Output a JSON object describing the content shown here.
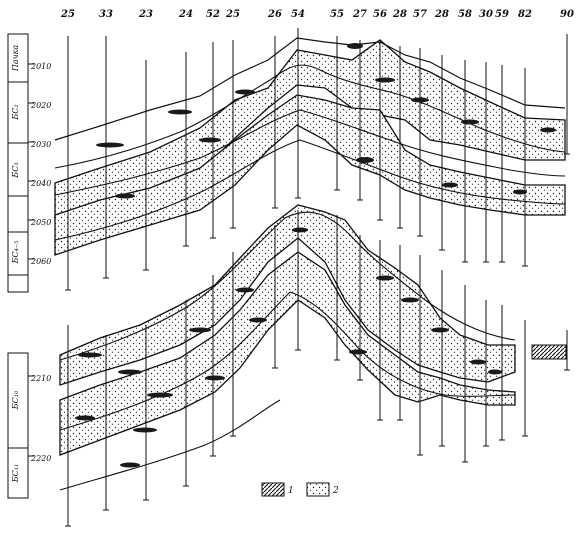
{
  "wells": [
    "25",
    "33",
    "23",
    "24",
    "52",
    "25",
    "26",
    "54",
    "55",
    "27",
    "56",
    "28",
    "57",
    "28",
    "58",
    "30",
    "59",
    "82",
    "90"
  ],
  "depths_upper": [
    "2010",
    "2020",
    "2030",
    "2040",
    "2050",
    "2060"
  ],
  "depths_lower": [
    "2210",
    "2220"
  ],
  "columns_upper": [
    "Пачка",
    "БС₂",
    "БС₃",
    "БС₄₋₅"
  ],
  "columns_lower": [
    "БС₁₀",
    "БС₁₁"
  ],
  "legend": [
    {
      "mark": "1",
      "swatch": "dense-hatch"
    },
    {
      "mark": "2",
      "swatch": "dots"
    }
  ],
  "colors": {
    "ink": "#111111",
    "sand": "#ffffff",
    "clay": "#1a1a1a"
  }
}
